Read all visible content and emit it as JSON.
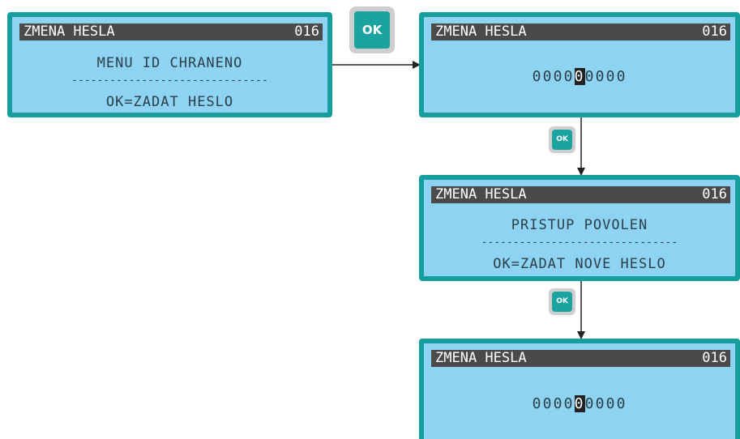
{
  "screens": [
    {
      "title": "ZMENA HESLA",
      "code": "016",
      "line1": "MENU ID CHRANENO",
      "line3": "OK=ZADAT HESLO"
    },
    {
      "title": "ZMENA HESLA",
      "code": "016",
      "digits": [
        "0",
        "0",
        "0",
        "0",
        "0",
        "0",
        "0",
        "0",
        "0"
      ],
      "cursor_index": 4
    },
    {
      "title": "ZMENA HESLA",
      "code": "016",
      "line1": "PRISTUP POVOLEN",
      "line3": "OK=ZADAT NOVE HESLO"
    },
    {
      "title": "ZMENA HESLA",
      "code": "016",
      "digits": [
        "0",
        "0",
        "0",
        "0",
        "0",
        "0",
        "0",
        "0",
        "0"
      ],
      "cursor_index": 4
    }
  ],
  "ok_buttons": [
    {
      "label": "OK"
    },
    {
      "label": "OK"
    },
    {
      "label": "OK"
    }
  ],
  "colors": {
    "screen_bg": "#8fd3f2",
    "screen_border": "#169e9f",
    "titlebar_bg": "#4a4a4a",
    "ok_button": "#1aa39f"
  }
}
